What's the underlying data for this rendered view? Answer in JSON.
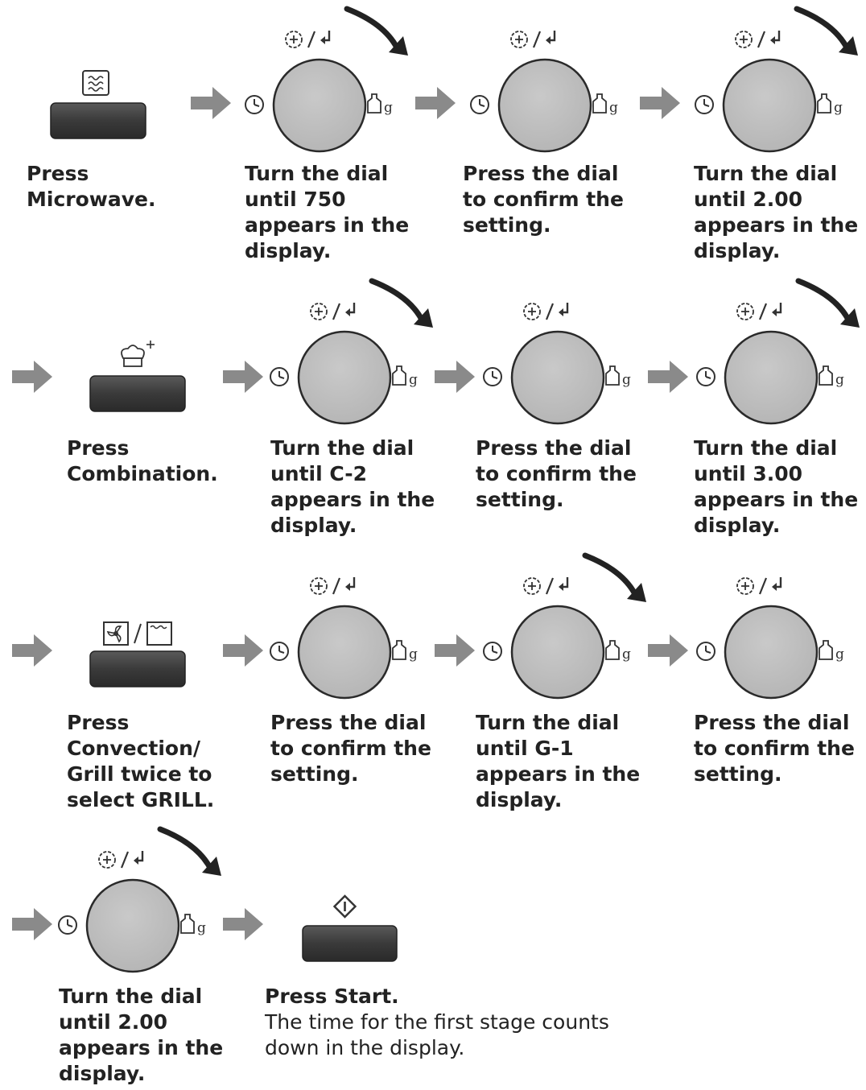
{
  "steps": [
    {
      "lines": [
        "Press",
        "Microwave."
      ]
    },
    {
      "lines": [
        "Turn the dial",
        "until 750",
        "appears in the",
        "display."
      ]
    },
    {
      "lines": [
        "Press the dial",
        "to confirm the",
        "setting."
      ]
    },
    {
      "lines": [
        "Turn the dial",
        "until 2.00",
        "appears in the",
        "display."
      ]
    },
    {
      "lines": [
        "Press",
        "Combination."
      ]
    },
    {
      "lines": [
        "Turn the dial",
        "until C-2",
        "appears in the",
        "display."
      ]
    },
    {
      "lines": [
        "Press the dial",
        "to confirm the",
        "setting."
      ]
    },
    {
      "lines": [
        "Turn the dial",
        "until 3.00",
        "appears in the",
        "display."
      ]
    },
    {
      "lines": [
        "Press",
        "Convection/",
        "Grill twice to",
        "select GRILL."
      ]
    },
    {
      "lines": [
        "Press the dial",
        "to confirm the",
        "setting."
      ]
    },
    {
      "lines": [
        "Turn the dial",
        "until G-1",
        "appears in the",
        "display."
      ]
    },
    {
      "lines": [
        "Press the dial",
        "to confirm the",
        "setting."
      ]
    },
    {
      "lines": [
        "Turn the dial",
        "until 2.00",
        "appears in the",
        "display."
      ]
    },
    {
      "lines": [
        "Press Start."
      ],
      "note": [
        "The time for the first stage counts",
        "down in the display."
      ]
    }
  ],
  "icons": {
    "dial_top": "timer-enter-icon",
    "dial_left": "clock-icon",
    "dial_right": "weight-icon",
    "microwave": "microwave-icon",
    "combination": "combination-chef-icon",
    "convection_grill": "convection-grill-icon",
    "start": "start-icon"
  },
  "colors": {
    "arrow": "#8a8a8a",
    "dial_fill": "#bdbdbd",
    "button_dark": "#3e3e3e",
    "text": "#222222"
  }
}
